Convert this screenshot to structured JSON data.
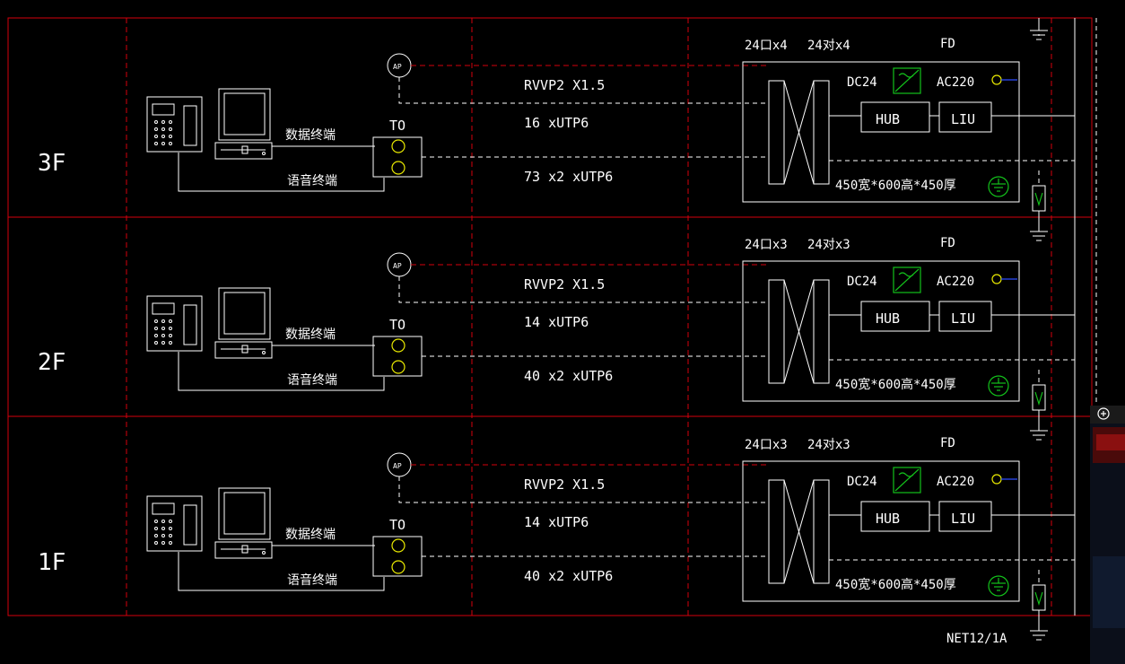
{
  "floors": [
    {
      "label": "3F",
      "cable_ap": "RVVP2 X1.5",
      "cable_data": "16 xUTP6",
      "cable_voice": "73 x2 xUTP6",
      "port_count": "24口x4",
      "pair_count": "24对x4"
    },
    {
      "label": "2F",
      "cable_ap": "RVVP2 X1.5",
      "cable_data": "14 xUTP6",
      "cable_voice": "40 x2 xUTP6",
      "port_count": "24口x3",
      "pair_count": "24对x3"
    },
    {
      "label": "1F",
      "cable_ap": "RVVP2 X1.5",
      "cable_data": "14 xUTP6",
      "cable_voice": "40 x2 xUTP6",
      "port_count": "24口x3",
      "pair_count": "24对x3"
    }
  ],
  "common": {
    "ap_label": "AP",
    "to_label": "TO",
    "data_terminal": "数据终端",
    "voice_terminal": "语音终端",
    "fd_label": "FD",
    "dc_label": "DC24",
    "ac_label": "AC220",
    "hub_label": "HUB",
    "liu_label": "LIU",
    "cabinet_dims": "450宽*600高*450厚"
  },
  "footer": {
    "net_label": "NET12/1A"
  },
  "colors": {
    "background": "#000000",
    "frame": "#d4000c",
    "line": "#ffffff",
    "ground": "#13c21b",
    "indicator": "#e8e800",
    "feed": "#2c4cff"
  }
}
